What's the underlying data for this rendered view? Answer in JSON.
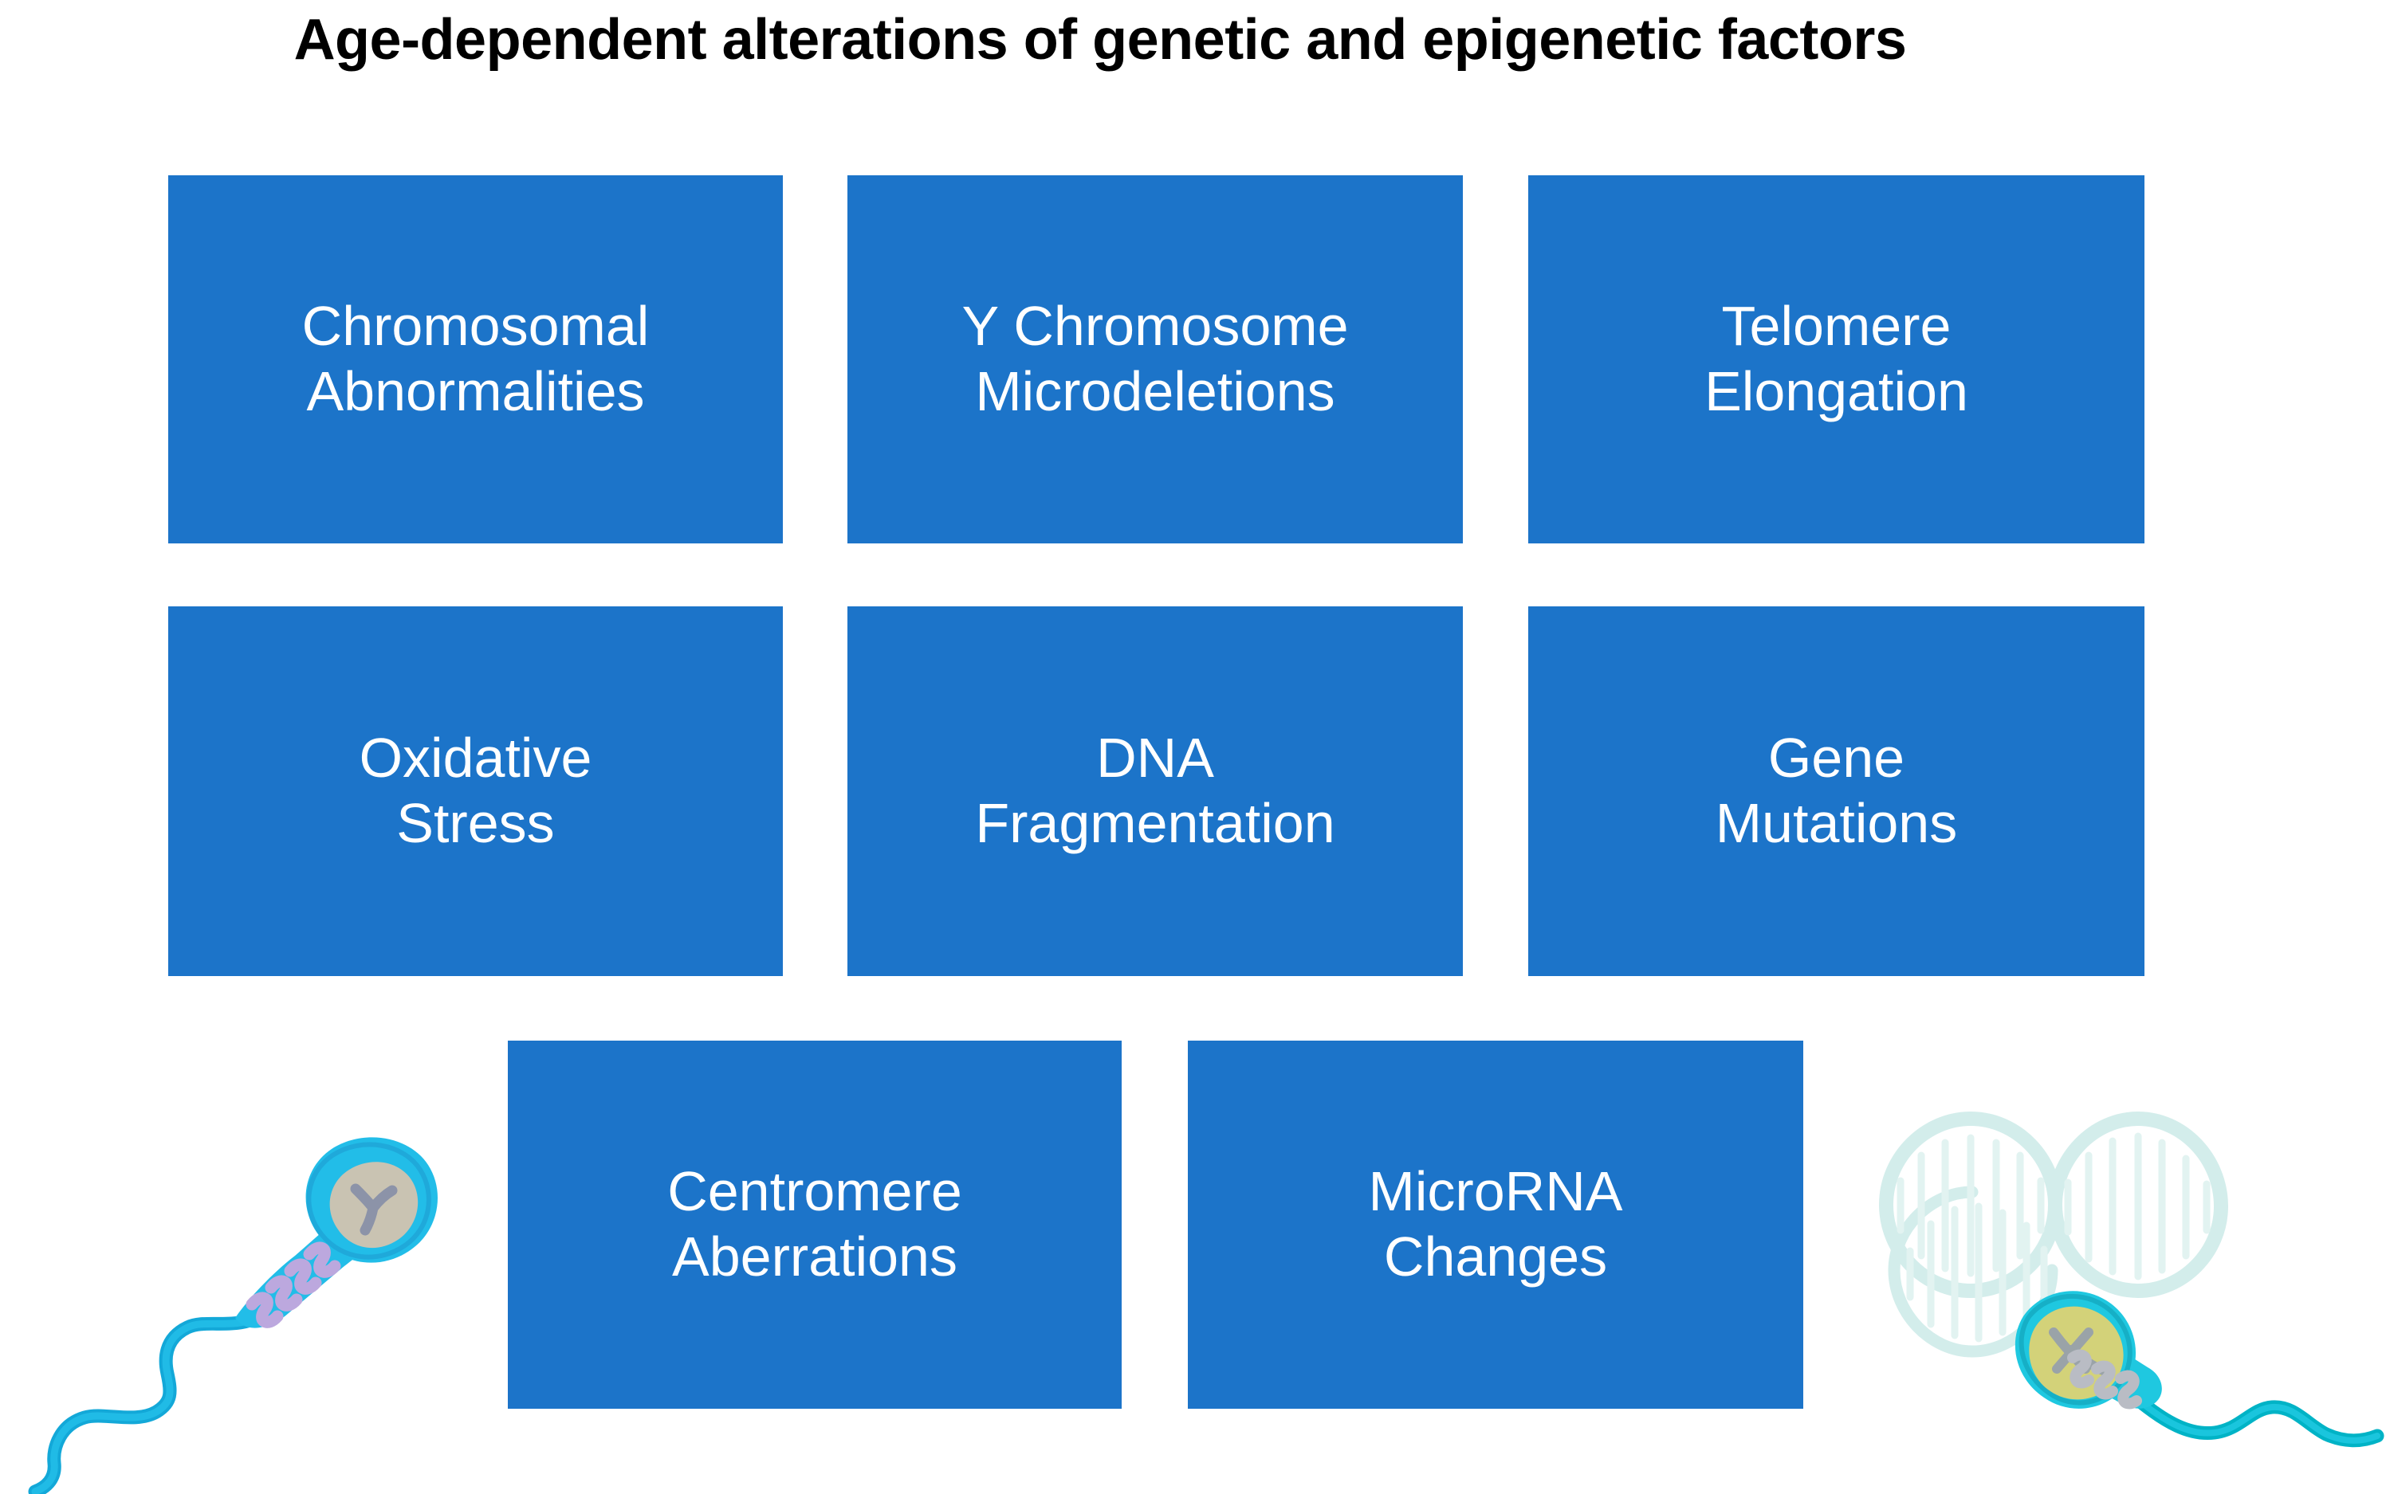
{
  "figure": {
    "title": "Age-dependent alterations of genetic and epigenetic factors",
    "background_color": "#FFFFFF",
    "box_color": "#1C74C9",
    "box_text_color": "#FFFFFF",
    "title_color": "#000000"
  },
  "boxes": [
    {
      "id": "chromosomal-abnormalities",
      "label": "Chromosomal\nAbnormalities",
      "row": 1,
      "column": 1
    },
    {
      "id": "y-chromosome-microdeletions",
      "label": "Y Chromosome\nMicrodeletions",
      "row": 1,
      "column": 2
    },
    {
      "id": "telomere-elongation",
      "label": "Telomere\nElongation",
      "row": 1,
      "column": 3
    },
    {
      "id": "oxidative-stress",
      "label": "Oxidative\nStress",
      "row": 2,
      "column": 1
    },
    {
      "id": "dna-fragmentation",
      "label": "DNA\nFragmentation",
      "row": 2,
      "column": 2
    },
    {
      "id": "gene-mutations",
      "label": "Gene\nMutations",
      "row": 2,
      "column": 3
    },
    {
      "id": "centromere-aberrations",
      "label": "Centromere\nAberrations",
      "row": 3,
      "column": 1
    },
    {
      "id": "microrna-changes",
      "label": "MicroRNA\nChanges",
      "row": 3,
      "column": 2
    }
  ],
  "illustrations": [
    {
      "id": "sperm-left",
      "name": "sperm-cell-with-y-chromosome",
      "position": "bottom-left",
      "colors": {
        "membrane": "#22BDE8",
        "tail": "#13A8D8",
        "head_nucleus": "#C9C3B2",
        "chromosome": "#8C93A8",
        "midpiece": "#BCA8DE"
      }
    },
    {
      "id": "sperm-right",
      "name": "sperm-cell-with-dna-helix",
      "position": "bottom-right",
      "colors": {
        "membrane": "#1FC8E0",
        "tail": "#00B3C6",
        "head_nucleus": "#D3D279",
        "chromosome": "#9AA3A8",
        "midpiece": "#B9BCC4",
        "dna_helix": "#CCEAE8"
      }
    }
  ]
}
